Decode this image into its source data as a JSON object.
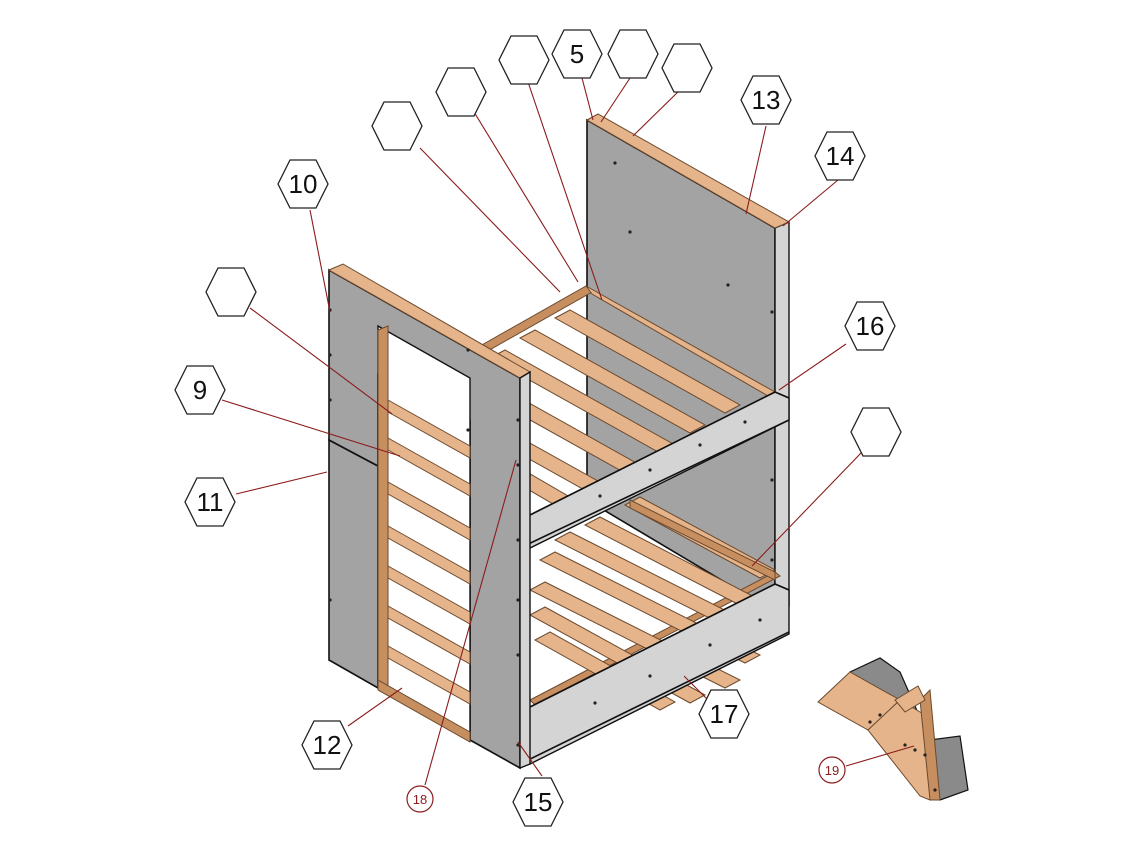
{
  "callouts": {
    "c5": "5",
    "c9": "9",
    "c10": "10",
    "c11": "11",
    "c12": "12",
    "c13": "13",
    "c14": "14",
    "c15": "15",
    "c16": "16",
    "c17": "17",
    "c18": "18",
    "c19": "19"
  },
  "colors": {
    "panel": "#a3a3a3",
    "panel_light": "#d4d4d4",
    "wood": "#e6b48a",
    "leader_line": "#8b1c1c"
  }
}
